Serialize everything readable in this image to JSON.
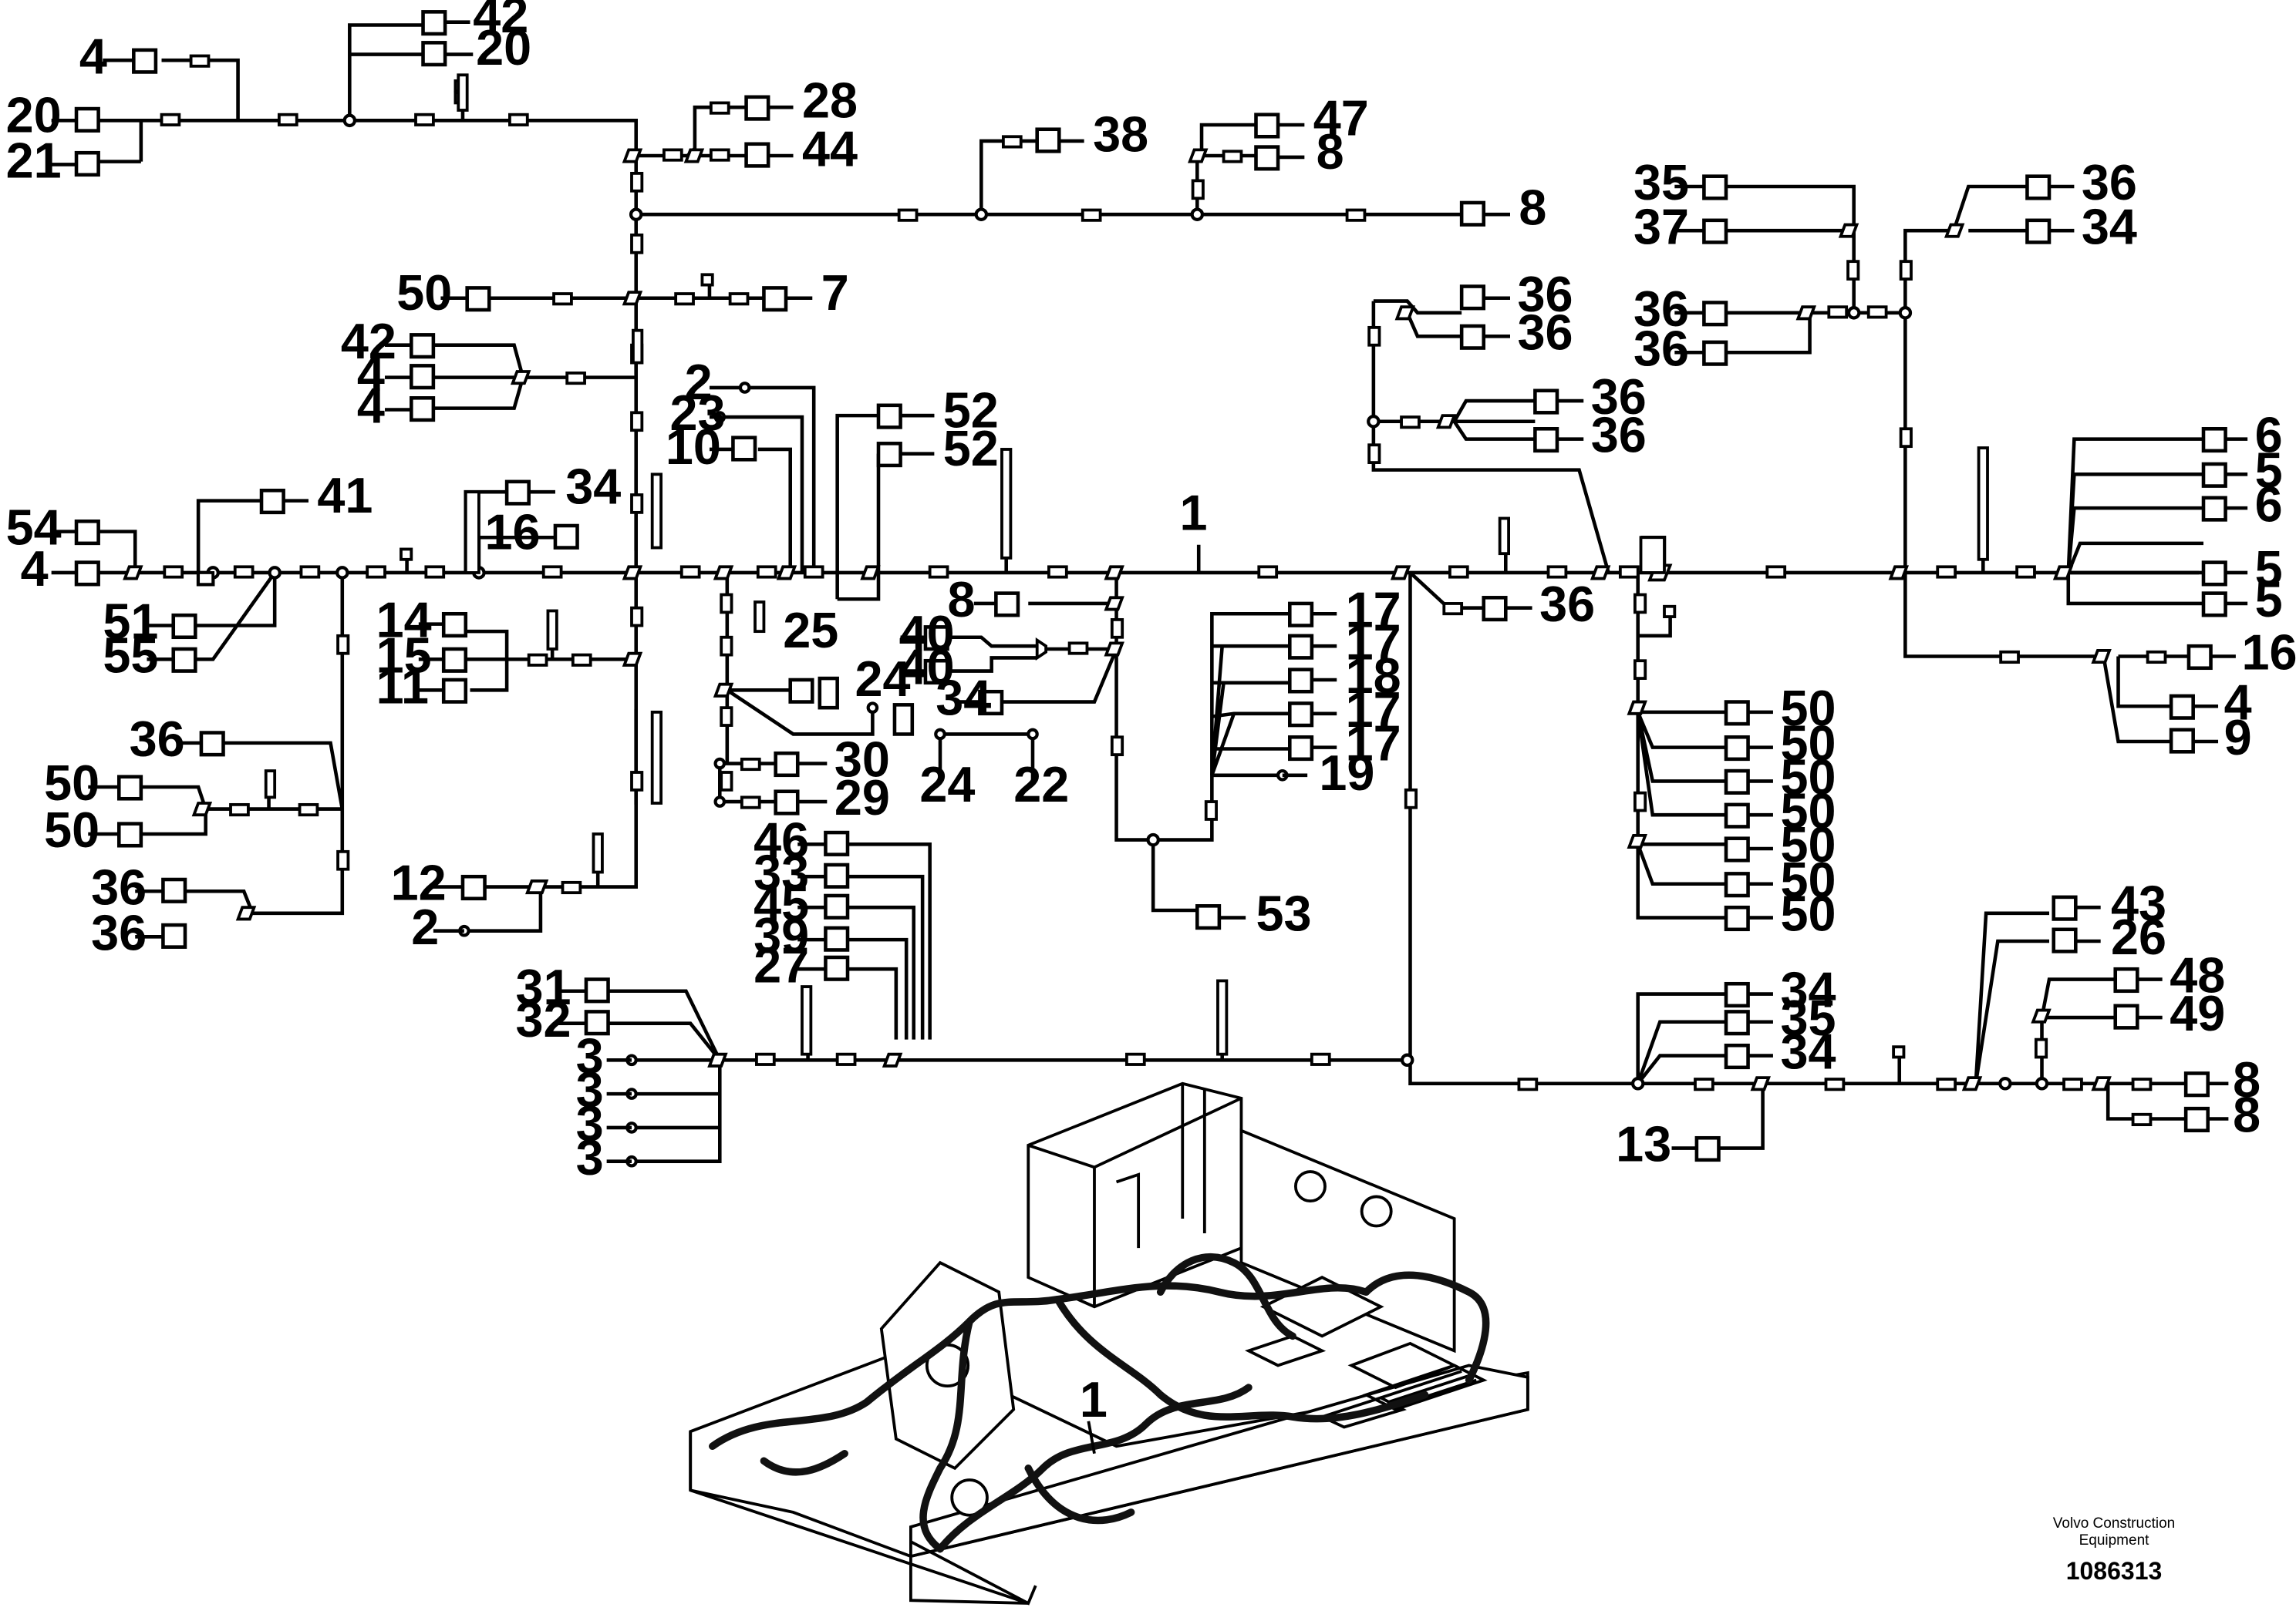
{
  "callouts": {
    "main_harness": "1",
    "c4a": "4",
    "c42a": "42",
    "c20a": "20",
    "c20b": "20",
    "c21": "21",
    "c28": "28",
    "c44": "44",
    "c38": "38",
    "c47": "47",
    "c8a": "8",
    "c8b": "8",
    "c50a": "50",
    "c7": "7",
    "c42b": "42",
    "c4b": "4",
    "c4c": "4",
    "c2a": "2",
    "c23": "23",
    "c10": "10",
    "c52a": "52",
    "c52b": "52",
    "c41": "41",
    "c34a": "34",
    "c54": "54",
    "c4d": "4",
    "c16a": "16",
    "c51": "51",
    "c55": "55",
    "c14": "14",
    "c15": "15",
    "c11": "11",
    "c25": "25",
    "c24a": "24",
    "c8c": "8",
    "c40a": "40",
    "c40b": "40",
    "c34b": "34",
    "c30": "30",
    "c29": "29",
    "c24b": "24",
    "c22": "22",
    "c17a": "17",
    "c17b": "17",
    "c18": "18",
    "c17c": "17",
    "c17d": "17",
    "c19": "19",
    "c53": "53",
    "c36a": "36",
    "c50b": "50",
    "c50c": "50",
    "c36b": "36",
    "c36c": "36",
    "c12": "12",
    "c2b": "2",
    "c46": "46",
    "c33": "33",
    "c45": "45",
    "c39": "39",
    "c27": "27",
    "c31": "31",
    "c32": "32",
    "c3a": "3",
    "c3b": "3",
    "c3c": "3",
    "c3d": "3",
    "c36d": "36",
    "c36e": "36",
    "c36f": "36",
    "c36g": "36",
    "c36h": "36",
    "c35a": "35",
    "c37": "37",
    "c36i": "36",
    "c36j": "36",
    "c36k": "36",
    "c34c": "34",
    "c6a": "6",
    "c5a": "5",
    "c6b": "6",
    "c5b": "5",
    "c5c": "5",
    "c16b": "16",
    "c4e": "4",
    "c9": "9",
    "c50d": "50",
    "c50e": "50",
    "c50f": "50",
    "c50g": "50",
    "c50h": "50",
    "c50i": "50",
    "c50j": "50",
    "c34d": "34",
    "c35b": "35",
    "c34e": "34",
    "c43": "43",
    "c26": "26",
    "c48": "48",
    "c49": "49",
    "c8d": "8",
    "c8e": "8",
    "c13": "13"
  },
  "figure_label": "1",
  "footer": {
    "company_line1": "Volvo Construction",
    "company_line2": "Equipment",
    "figure_number": "1086313"
  }
}
